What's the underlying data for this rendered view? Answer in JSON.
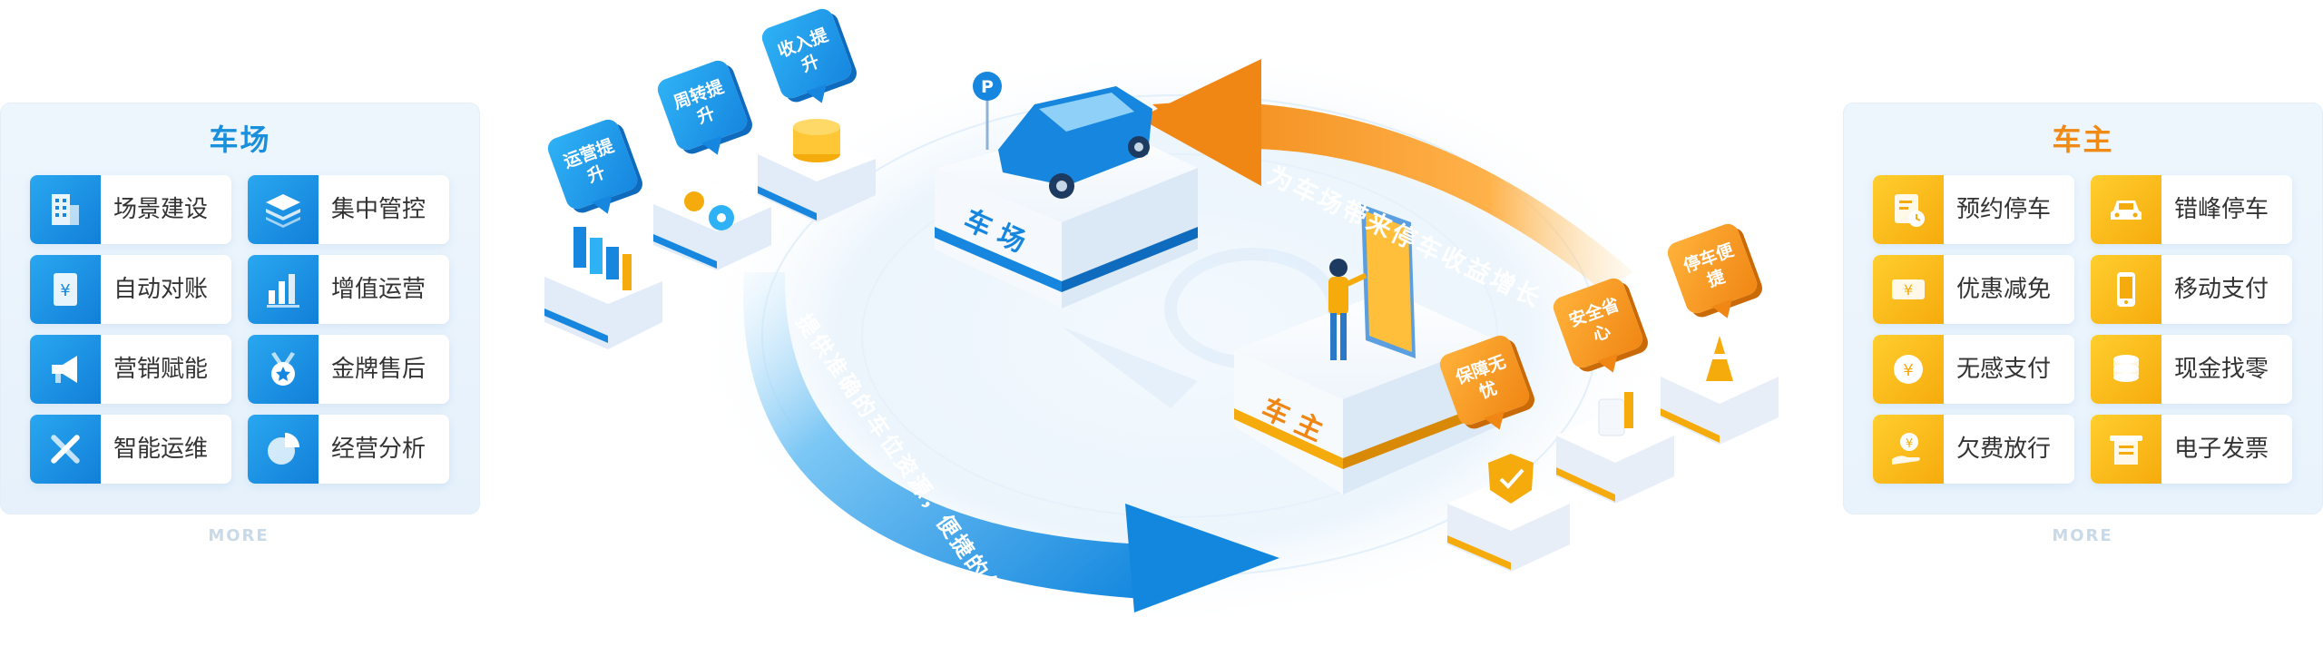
{
  "left_panel": {
    "title": "车场",
    "more": "MORE",
    "items": [
      {
        "label": "场景建设",
        "icon": "building-icon"
      },
      {
        "label": "集中管控",
        "icon": "layers-icon"
      },
      {
        "label": "自动对账",
        "icon": "ledger-icon"
      },
      {
        "label": "增值运营",
        "icon": "bar-chart-icon"
      },
      {
        "label": "营销赋能",
        "icon": "megaphone-icon"
      },
      {
        "label": "金牌售后",
        "icon": "medal-icon"
      },
      {
        "label": "智能运维",
        "icon": "tools-icon"
      },
      {
        "label": "经营分析",
        "icon": "pie-chart-icon"
      }
    ]
  },
  "right_panel": {
    "title": "车主",
    "more": "MORE",
    "items": [
      {
        "label": "预约停车",
        "icon": "reservation-icon"
      },
      {
        "label": "错峰停车",
        "icon": "car-icon"
      },
      {
        "label": "优惠减免",
        "icon": "coupon-icon"
      },
      {
        "label": "移动支付",
        "icon": "phone-icon"
      },
      {
        "label": "无感支付",
        "icon": "yen-coin-icon"
      },
      {
        "label": "现金找零",
        "icon": "coins-icon"
      },
      {
        "label": "欠费放行",
        "icon": "hand-coin-icon"
      },
      {
        "label": "电子发票",
        "icon": "invoice-icon"
      }
    ]
  },
  "diagram": {
    "lot_label": "车场",
    "owner_label": "车主",
    "arrow_top": "为车场带来停车收益增长",
    "arrow_bottom": "提供准确的车位资源，便捷的停车服务",
    "lot_bubbles": [
      "运营提升",
      "周转提升",
      "收入提升"
    ],
    "owner_bubbles": [
      "保障无忧",
      "安全省心",
      "停车便捷"
    ],
    "parking_sign": "P"
  },
  "colors": {
    "blue": "#1a8fdc",
    "orange": "#f08a17",
    "card_blue": "#1686df",
    "card_yellow": "#f6ab0c"
  }
}
